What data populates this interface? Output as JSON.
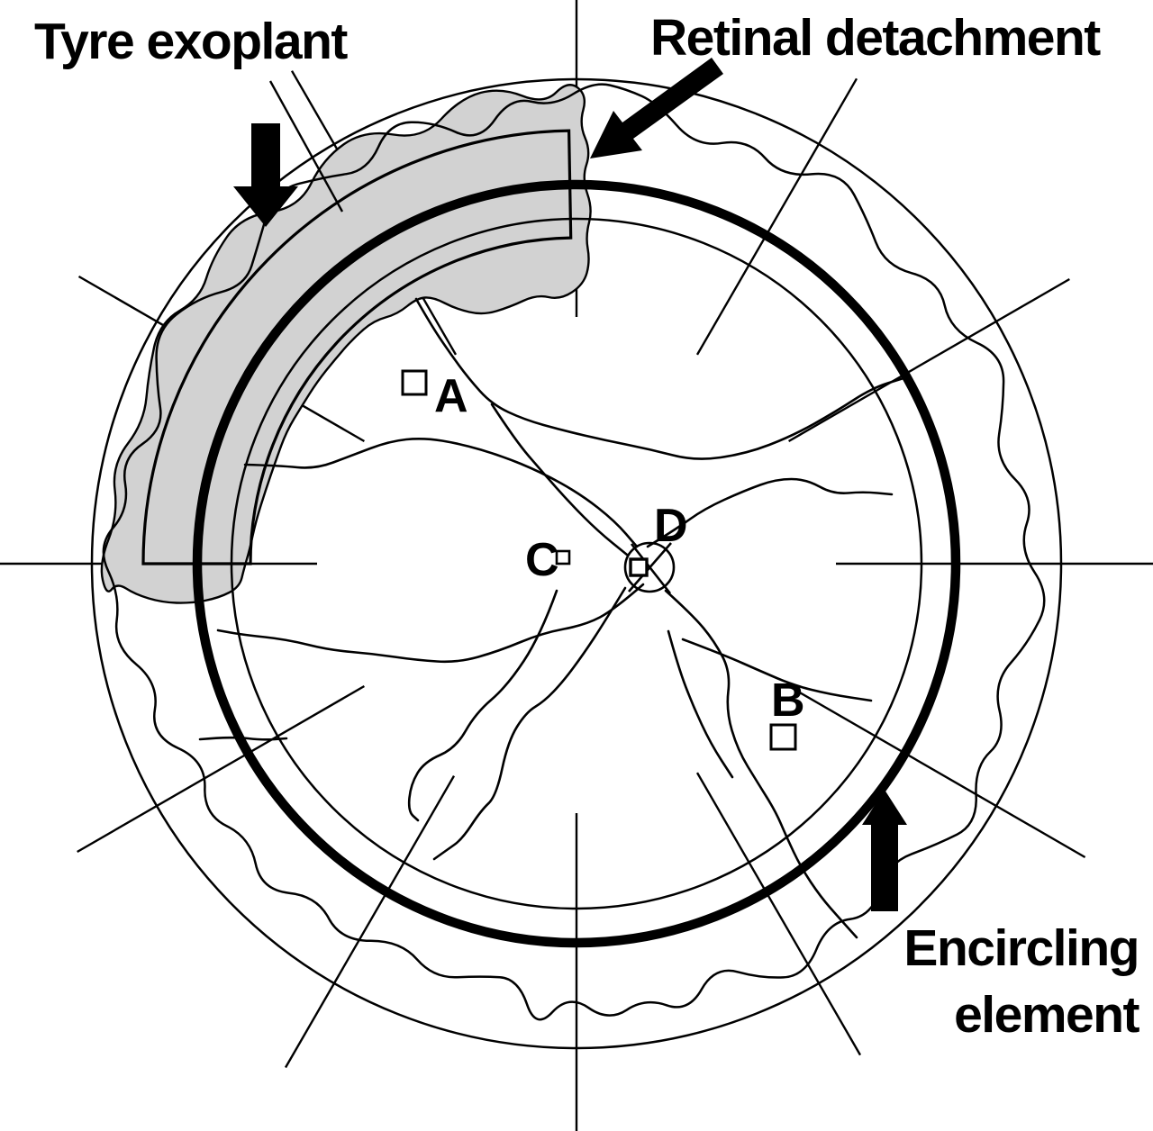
{
  "figure": {
    "labels": {
      "tyre": "Tyre exoplant",
      "retinal": "Retinal detachment",
      "encircling_line1": "Encircling",
      "encircling_line2": "element"
    },
    "markers": {
      "a": "A",
      "b": "B",
      "c": "C",
      "d": "D"
    },
    "colors": {
      "ink": "#000000",
      "detachment_fill": "#d2d2d2",
      "background": "#ffffff"
    }
  }
}
